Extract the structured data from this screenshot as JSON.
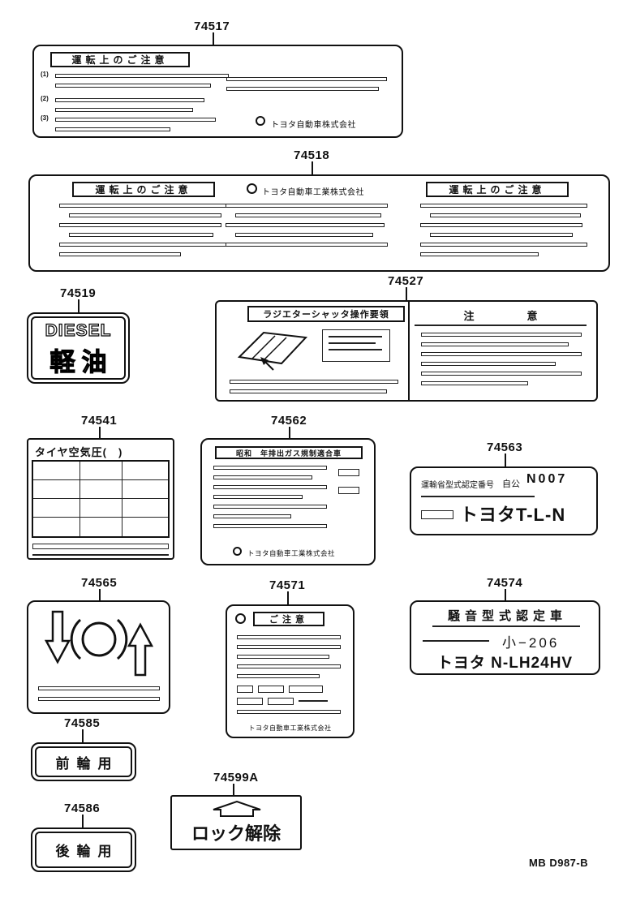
{
  "page": {
    "footer_code": "MB D987-B"
  },
  "labels": {
    "p74517": {
      "part_number": "74517",
      "title": "運転上のご注意",
      "items": [
        "(1)",
        "(2)",
        "(3)"
      ],
      "company": "トヨタ自動車株式会社"
    },
    "p74518": {
      "part_number": "74518",
      "title_left": "運転上のご注意",
      "company": "トヨタ自動車工業株式会社",
      "title_right": "運転上のご注意"
    },
    "p74519": {
      "part_number": "74519",
      "text_top": "DIESEL",
      "text_bottom": "軽油"
    },
    "p74527": {
      "part_number": "74527",
      "header_left": "ラジエターシャッタ操作要領",
      "header_right": "注　意"
    },
    "p74541": {
      "part_number": "74541",
      "title": "タイヤ空気圧(　)"
    },
    "p74562": {
      "part_number": "74562",
      "title": "昭和　年排出ガス規制適合車",
      "company": "トヨタ自動車工業株式会社"
    },
    "p74563": {
      "part_number": "74563",
      "row1_label": "運輸省型式認定番号",
      "row1_class": "自公",
      "row1_number": "N007",
      "row2_text": "トヨタT-L-N"
    },
    "p74565": {
      "part_number": "74565"
    },
    "p74571": {
      "part_number": "74571",
      "title": "ご注意",
      "company": "トヨタ自動車工業株式会社"
    },
    "p74574": {
      "part_number": "74574",
      "row1": "騒音型式認定車",
      "row2": "小−206",
      "row3": "トヨタ N-LH24HV"
    },
    "p74585": {
      "part_number": "74585",
      "text": "前輪用"
    },
    "p74586": {
      "part_number": "74586",
      "text": "後輪用"
    },
    "p74599A": {
      "part_number": "74599A",
      "text": "ロック解除"
    }
  }
}
